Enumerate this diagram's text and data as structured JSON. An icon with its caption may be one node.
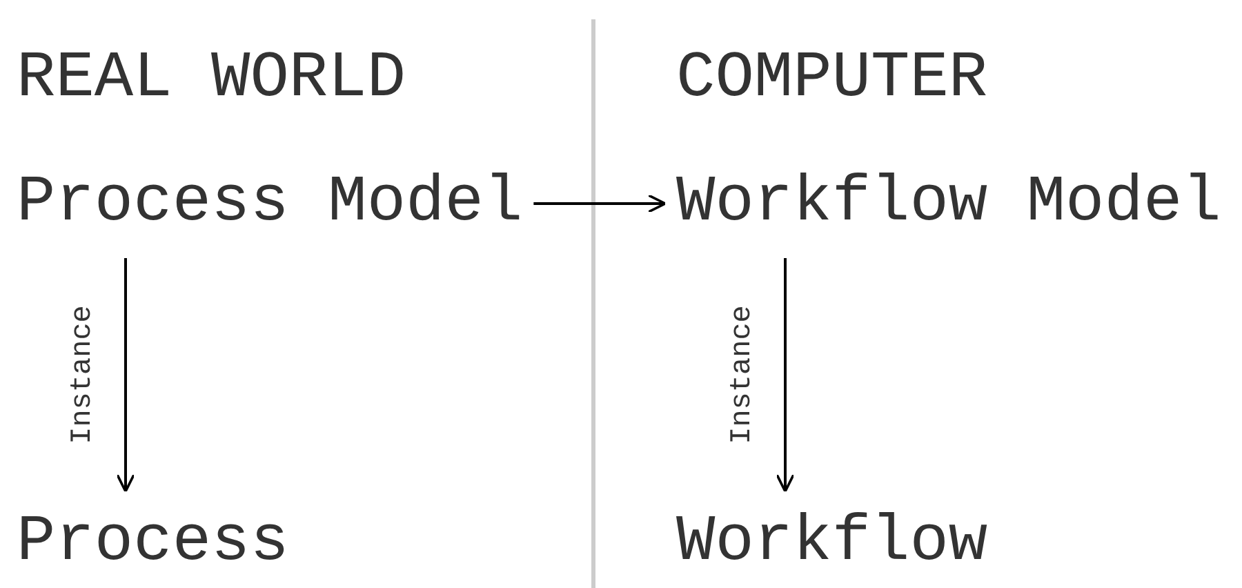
{
  "diagram": {
    "nodes": [
      {
        "text": [
          "Process Model"
        ]
      },
      {
        "text": [
          "Workflow Model"
        ]
      },
      {
        "text": [
          "Process"
        ]
      },
      {
        "text": [
          "Workflow"
        ]
      }
    ],
    "edges": [
      {
        "from": 0,
        "to": 1,
        "arrow": "to"
      },
      {
        "from": 0,
        "to": 2,
        "label": "Instance",
        "arrow": "to"
      },
      {
        "from": 1,
        "to": 3,
        "label": "Instance",
        "arrow": "to"
      }
    ],
    "labels": [
      "REAL WORLD",
      "COMPUTER"
    ]
  }
}
